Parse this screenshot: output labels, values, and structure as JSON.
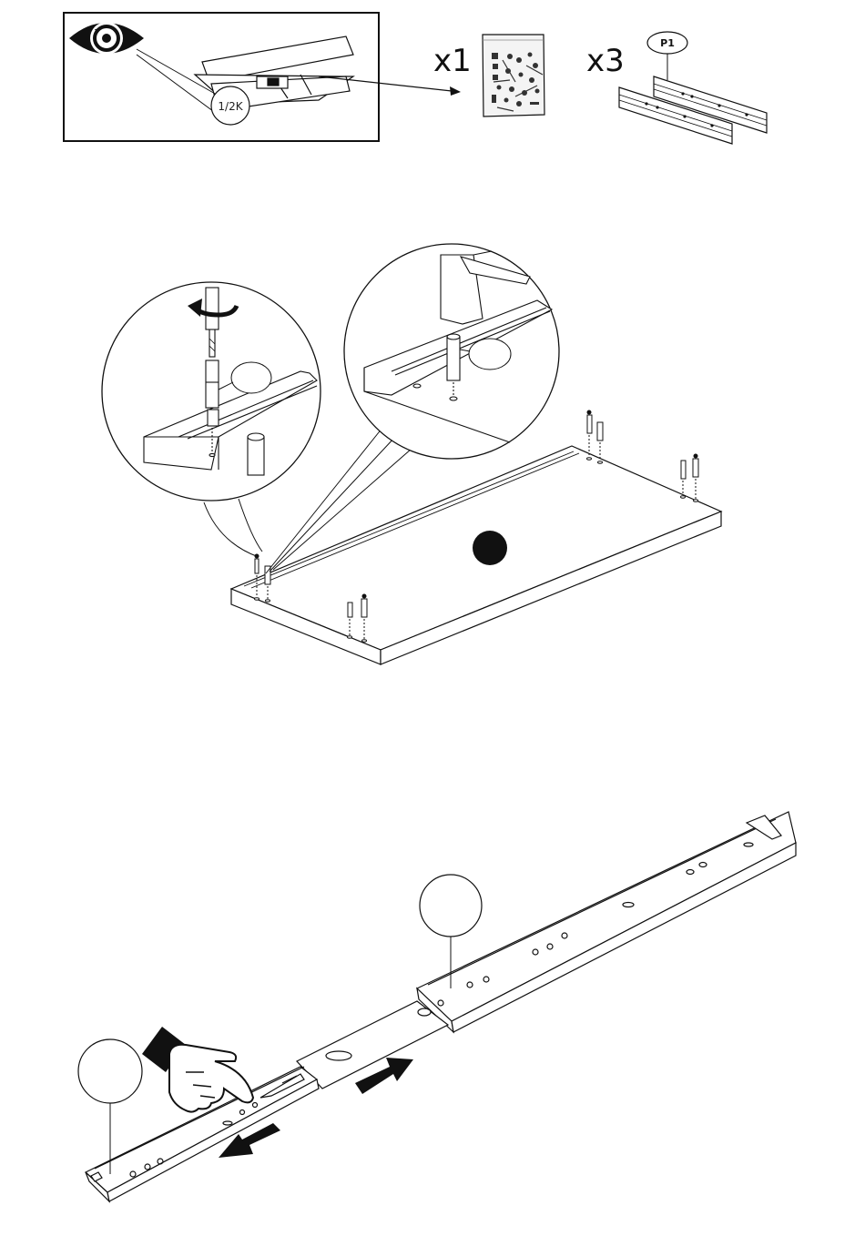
{
  "inspection": {
    "package_code": "1/2K"
  },
  "parts": {
    "hardware_bag": {
      "qty": "x1"
    },
    "slide_rails": {
      "qty": "x3",
      "label": "P1"
    }
  }
}
